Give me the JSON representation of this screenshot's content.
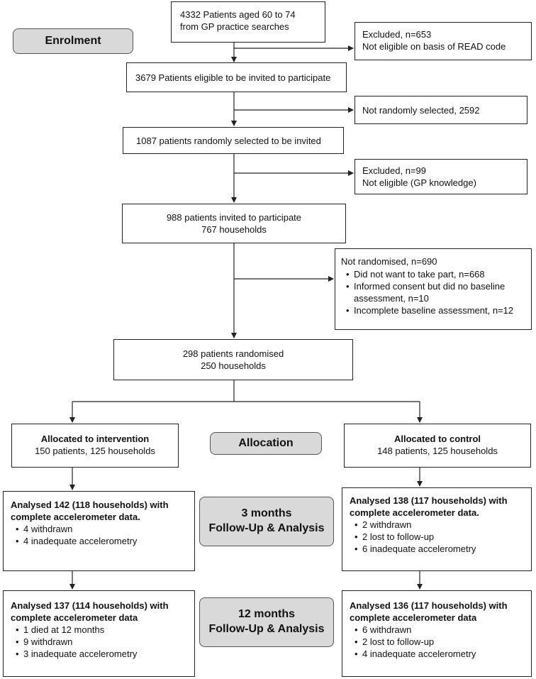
{
  "stages": {
    "enrolment": "Enrolment",
    "allocation": "Allocation",
    "followup_3": [
      "3 months",
      "Follow-Up & Analysis"
    ],
    "followup_12": [
      "12 months",
      "Follow-Up & Analysis"
    ]
  },
  "flow": {
    "start": [
      "4332 Patients aged 60 to 74",
      "from  GP practice searches"
    ],
    "excluded_read": [
      "Excluded, n=653",
      "Not eligible on basis of READ code"
    ],
    "eligible": "3679 Patients eligible to be invited to participate",
    "not_selected": "Not randomly selected, 2592",
    "selected": "1087 patients randomly selected to be invited",
    "excluded_gp": [
      "Excluded, n=99",
      "Not eligible (GP knowledge)"
    ],
    "invited": [
      "988 patients invited to participate",
      "767 households"
    ],
    "not_randomised": {
      "title": "Not randomised, n=690",
      "items": [
        "Did not want to take part, n=668",
        "Informed consent but did no baseline assessment, n=10",
        "Incomplete baseline assessment, n=12"
      ]
    },
    "randomised": [
      "298 patients randomised",
      "250 households"
    ]
  },
  "intervention": {
    "allocated_title": "Allocated to intervention",
    "allocated_detail": "150 patients, 125 households",
    "m3": {
      "title": "Analysed 142 (118 households) with complete accelerometer data.",
      "items": [
        "4 withdrawn",
        "4 inadequate accelerometry"
      ]
    },
    "m12": {
      "title": "Analysed 137 (114 households) with complete accelerometer data",
      "items": [
        "1 died at 12 months",
        "9 withdrawn",
        "3 inadequate accelerometry"
      ]
    }
  },
  "control": {
    "allocated_title": "Allocated to control",
    "allocated_detail": "148 patients, 125 households",
    "m3": {
      "title": "Analysed 138 (117 households) with complete accelerometer data.",
      "items": [
        "2 withdrawn",
        "2 lost to follow-up",
        "6 inadequate accelerometry"
      ]
    },
    "m12": {
      "title": "Analysed 136 (117 households) with complete accelerometer data",
      "items": [
        "6 withdrawn",
        "2 lost to follow-up",
        "4 inadequate accelerometry"
      ]
    }
  }
}
